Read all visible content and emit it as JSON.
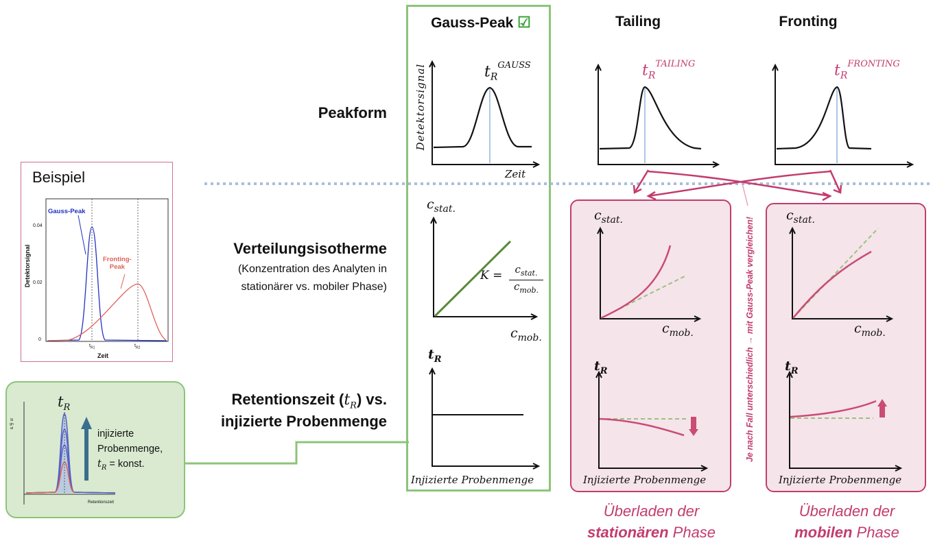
{
  "columns": {
    "gauss": {
      "label": "Gauss-Peak",
      "check": "☑"
    },
    "tailing": {
      "label": "Tailing"
    },
    "fronting": {
      "label": "Fronting"
    }
  },
  "rows": {
    "peakform": {
      "label": "Peakform"
    },
    "isotherm": {
      "label": "Verteilungsisotherme",
      "sub1": "(Konzentration des Analyten in",
      "sub2": "stationärer vs. mobiler Phase)"
    },
    "retention": {
      "line1_pre": "Retentionszeit (",
      "line1_sym": "t",
      "line1_sub": "R",
      "line1_post": ") vs.",
      "line2": "injizierte Probenmenge"
    }
  },
  "peaks": {
    "gauss_sup": "GAUSS",
    "tailing_sup": "TAILING",
    "fronting_sup": "FRONTING",
    "t": "t",
    "r": "R",
    "ylabel": "Detektorsignal",
    "xlabel": "Zeit"
  },
  "isotherm_labels": {
    "cstat": "c",
    "cstat_sub": "stat.",
    "cmob_sub": "mob.",
    "k": "K ="
  },
  "retention_labels": {
    "xlabel": "Injizierte Probenmenge"
  },
  "side_note": "Je nach Fall unterschiedlich → mit Gauss-Peak vergleichen!",
  "captions": {
    "tailing_1": "Überladen der",
    "tailing_bold": "stationären",
    "tailing_2": " Phase",
    "fronting_1": "Überladen der",
    "fronting_bold": "mobilen",
    "fronting_2": " Phase"
  },
  "example": {
    "title": "Beispiel",
    "gauss_label": "Gauss-Peak",
    "fronting_label1": "Fronting-",
    "fronting_label2": "Peak",
    "ylabel": "Detektorsignal",
    "xlabel": "Zeit",
    "yticks": [
      "0.04",
      "0.02",
      "0"
    ],
    "tr1": "t",
    "tr1_sub": "R1",
    "tr2": "t",
    "tr2_sub": "R2"
  },
  "injection_box": {
    "t": "t",
    "r": "R",
    "text1": "injizierte",
    "text2": "Probenmenge,",
    "text3_post": " = konst.",
    "xlabel": "Retentionszeit",
    "ylabel": "Signal"
  },
  "colors": {
    "green_border": "#8cc47a",
    "pink": "#c23c6e",
    "pink_fill": "#f5e4ea",
    "green_fill": "#d9ead0",
    "dotted": "#a9bfd8"
  }
}
